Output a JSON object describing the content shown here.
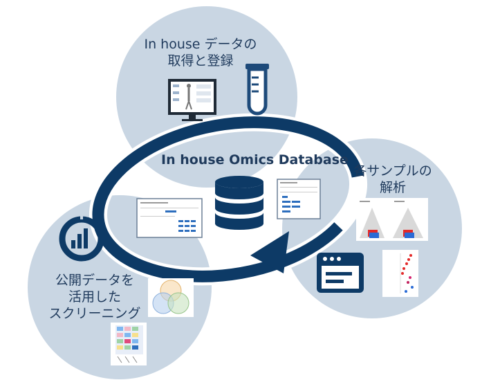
{
  "title": "In house Omics Database",
  "nodes": {
    "acquire": {
      "line1": "In house データの",
      "line2": "取得と登録"
    },
    "analyze": {
      "line1": "各サンプルの",
      "line2": "解析"
    },
    "screen": {
      "line1": "公開データを",
      "line2": "活用した",
      "line3": "スクリーニング"
    }
  },
  "colors": {
    "navy": "#0d3a66",
    "circle": "#c9d6e3",
    "text": "#1f3a5c"
  },
  "icons": {
    "database": "database-icon",
    "test_tube": "test-tube-icon",
    "monitor": "monitor-icon",
    "browser": "browser-window-icon",
    "chart": "pie-bar-chart-icon"
  }
}
